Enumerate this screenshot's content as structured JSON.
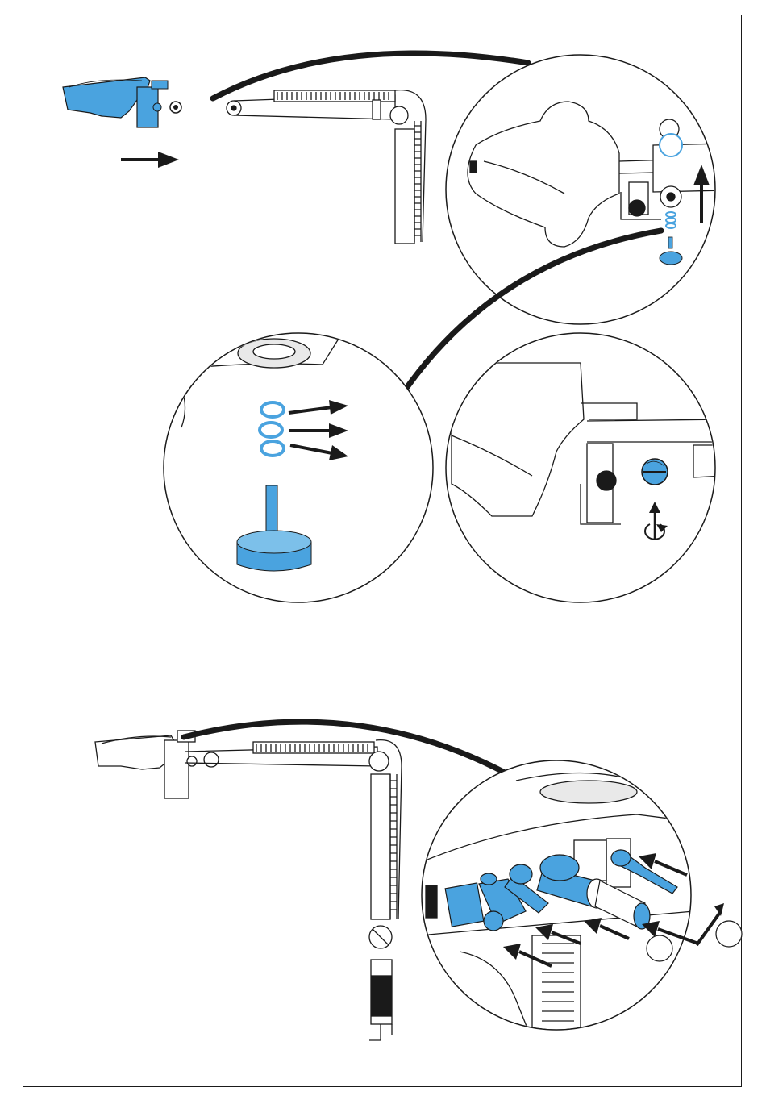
{
  "colors": {
    "accent_blue": "#4aa3df",
    "accent_blue_light": "#7cc0ea",
    "ink": "#1a1a1a",
    "paper": "#ffffff",
    "shade": "#e9e9e9"
  },
  "steps": [
    {
      "id": "step-1",
      "description_icons": [
        "handle-part-blue",
        "slide-right-arrow",
        "spring-arm",
        "detail-circle-handle",
        "lift-up-arrow"
      ]
    },
    {
      "id": "step-2",
      "description_icons": [
        "detail-circle-washers",
        "remove-arrows",
        "knob-blue"
      ]
    },
    {
      "id": "step-3",
      "description_icons": [
        "detail-circle-screw",
        "rotate-icon",
        "screw-blue"
      ]
    },
    {
      "id": "step-4",
      "description_icons": [
        "handle-assembled",
        "spring-arm-with-clamp",
        "detail-circle-connectors",
        "insert-arrows"
      ]
    }
  ]
}
